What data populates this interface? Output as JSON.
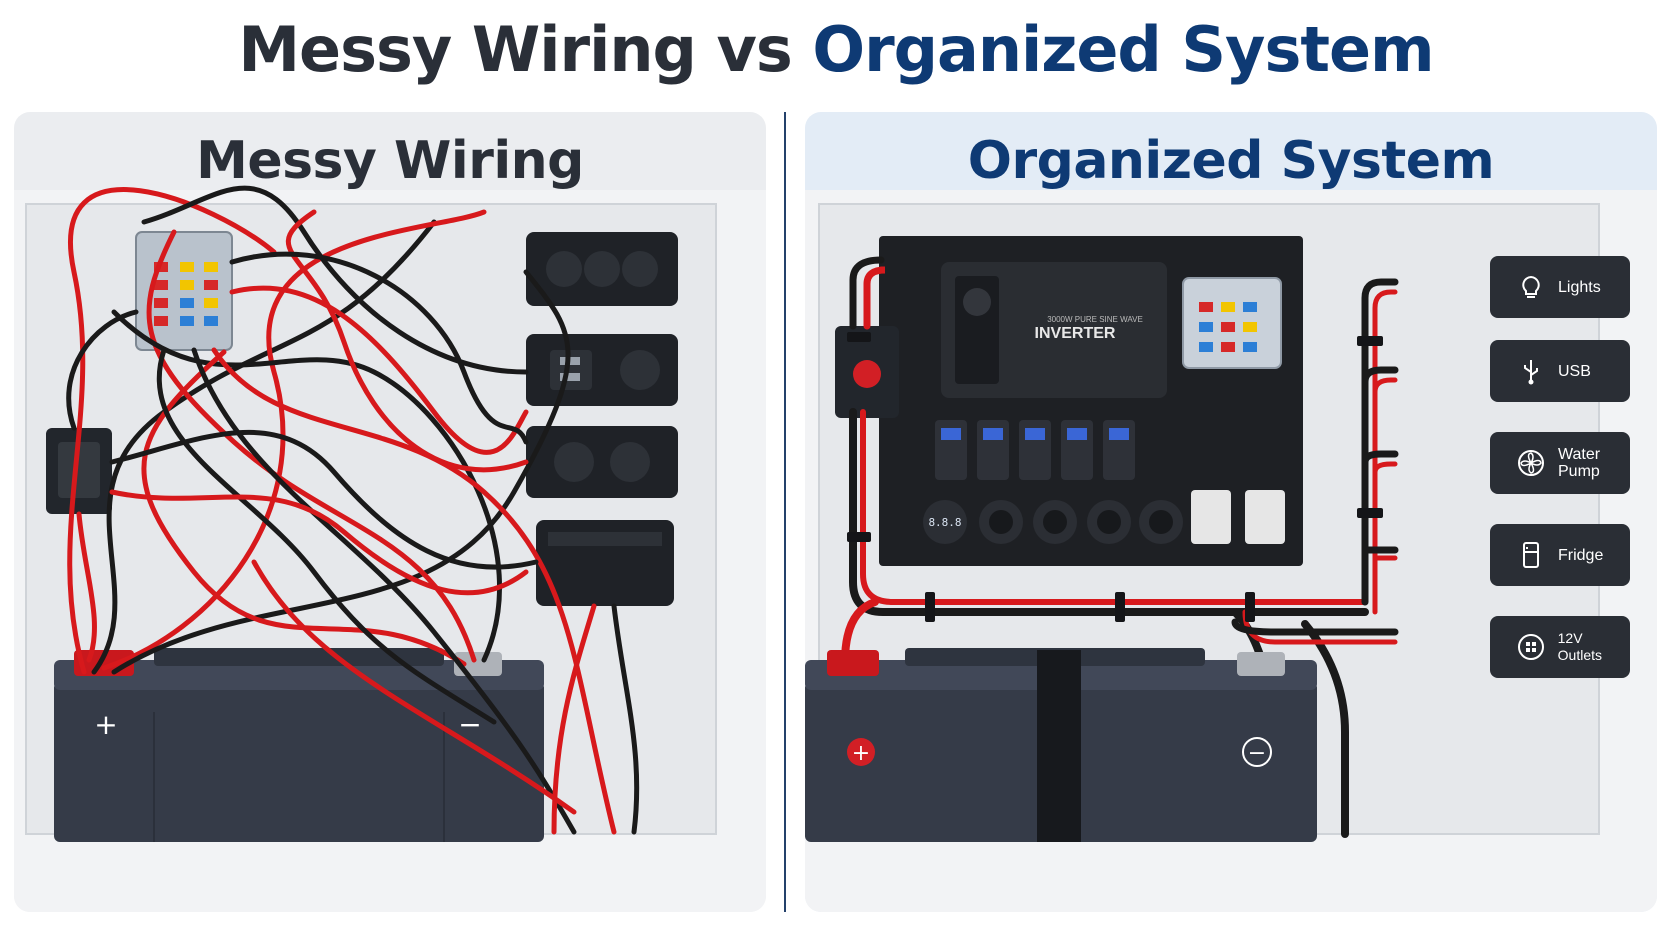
{
  "title": {
    "part1": "Messy Wiring",
    "joiner": "vs",
    "part2": "Organized System"
  },
  "left_panel": {
    "heading": "Messy Wiring",
    "battery": {
      "positive_symbol": "+",
      "negative_symbol": "−"
    }
  },
  "right_panel": {
    "heading": "Organized System",
    "inverter_text": "INVERTER",
    "inverter_subtext": "3000W PURE SINE WAVE",
    "voltmeter_text": "8.8.8",
    "loads": [
      {
        "label": "Lights",
        "icon": "lightbulb-icon"
      },
      {
        "label": "USB",
        "icon": "usb-icon"
      },
      {
        "label": "Water Pump",
        "icon": "fan-icon"
      },
      {
        "label": "Fridge",
        "icon": "fridge-icon"
      },
      {
        "label": "12V Outlets",
        "icon": "outlet-icon"
      }
    ],
    "battery": {
      "positive_symbol": "+",
      "negative_symbol": "−"
    }
  },
  "colors": {
    "wire_red": "#d7191c",
    "wire_black": "#1a1a1a",
    "heading_dark": "#2a2f38",
    "heading_blue": "#0e3a74",
    "battery": "#353b48",
    "label_bg": "#2a2e35"
  }
}
